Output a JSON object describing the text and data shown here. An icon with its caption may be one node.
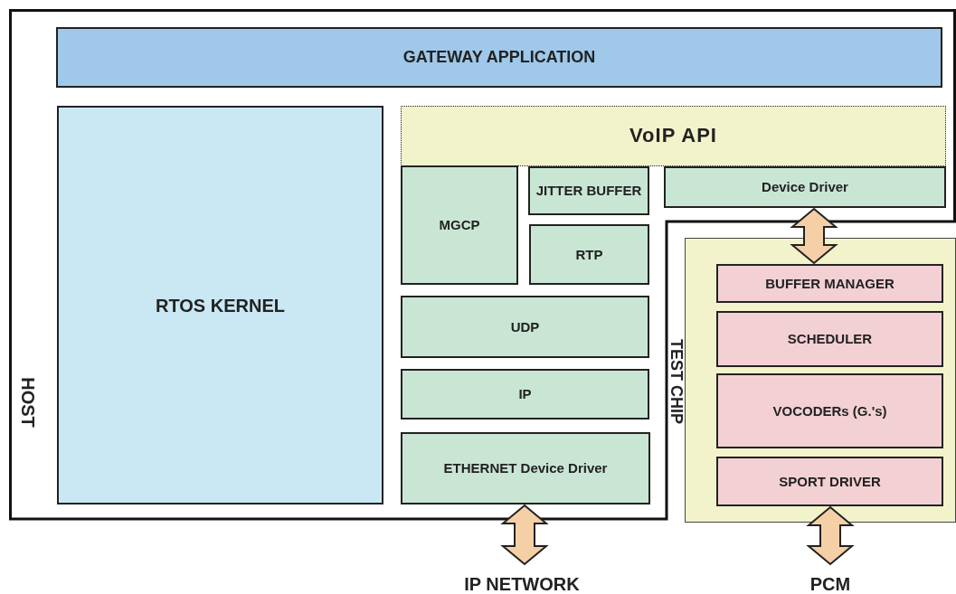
{
  "diagram": {
    "nodes": [
      {
        "text": [
          "HOST"
        ]
      },
      {
        "text": [
          "GATEWAY APPLICATION"
        ],
        "in": 0
      },
      {
        "text": [
          "RTOS KERNEL"
        ],
        "in": 0
      },
      {
        "text": [
          "VoIP API"
        ],
        "in": 0
      },
      {
        "text": [
          "MGCP"
        ],
        "in": 0
      },
      {
        "text": [
          "JITTER BUFFER"
        ],
        "in": 0
      },
      {
        "text": [
          "RTP"
        ],
        "in": 0
      },
      {
        "text": [
          "UDP"
        ],
        "in": 0
      },
      {
        "text": [
          "IP"
        ],
        "in": 0
      },
      {
        "text": [
          "ETHERNET Device Driver"
        ],
        "in": 0
      },
      {
        "text": [
          "Device Driver"
        ],
        "in": 0
      },
      {
        "text": [
          "TEST CHIP"
        ]
      },
      {
        "text": [
          "BUFFER MANAGER"
        ],
        "in": 11
      },
      {
        "text": [
          "SCHEDULER"
        ],
        "in": 11
      },
      {
        "text": [
          "VOCODERs (G.'s)"
        ],
        "in": 11
      },
      {
        "text": [
          "SPORT DRIVER"
        ],
        "in": 11
      },
      {
        "text": [
          "IP NETWORK"
        ]
      },
      {
        "text": [
          "PCM"
        ]
      }
    ],
    "edges": [
      {
        "from": 9,
        "to": 16,
        "arrow": "both"
      },
      {
        "from": 10,
        "to": 12,
        "arrow": "both"
      },
      {
        "from": 15,
        "to": 17,
        "arrow": "both"
      }
    ]
  }
}
